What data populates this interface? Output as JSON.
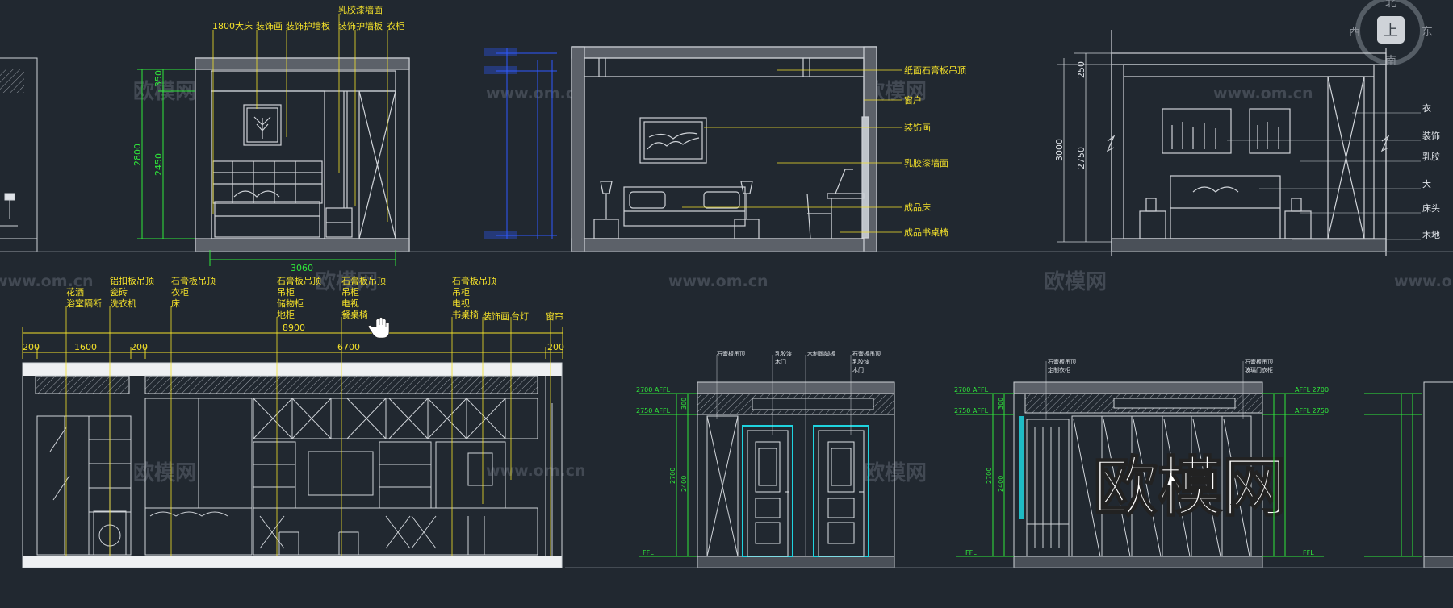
{
  "watermark": {
    "cn": "欧模网",
    "url": "www.om.cn",
    "big": "欧模网"
  },
  "compass": {
    "up": "上",
    "n": "北",
    "e": "东",
    "s": "南",
    "w": "西"
  },
  "top_left_elev": {
    "labels": [
      "1800大床",
      "装饰画",
      "装饰护墙板",
      "乳胶漆墙面",
      "装饰护墙板",
      "衣柜"
    ],
    "dims": [
      "350",
      "2450",
      "2800",
      "3060"
    ]
  },
  "top_mid_elev": {
    "callouts": [
      "纸面石膏板吊顶",
      "窗户",
      "装饰画",
      "乳胶漆墙面",
      "成品床",
      "成品书桌椅"
    ]
  },
  "top_right_elev": {
    "dims": [
      "250",
      "2750",
      "3000"
    ],
    "callouts": [
      "衣",
      "装饰",
      "乳胶",
      "大",
      "床头",
      "木地"
    ]
  },
  "long_elev": {
    "label_cols": [
      [
        "花洒",
        "浴室隔断"
      ],
      [
        "铝扣板吊顶",
        "瓷砖",
        "洗衣机"
      ],
      [
        "石膏板吊顶",
        "衣柜",
        "床"
      ],
      [
        "石膏板吊顶",
        "吊柜",
        "储物柜",
        "地柜"
      ],
      [
        "石膏板吊顶",
        "吊柜",
        "电视",
        "餐桌椅"
      ],
      [
        "石膏板吊顶",
        "吊柜",
        "电视",
        "书桌椅"
      ],
      [
        "装饰画"
      ],
      [
        "台灯"
      ],
      [
        "窗帘"
      ]
    ],
    "overall_dim": "8900",
    "segment_dims": [
      "200",
      "1600",
      "200",
      "6700",
      "200"
    ]
  },
  "door_elev": {
    "callouts": [
      "石膏板吊顶",
      "乳胶漆",
      "木门",
      "木制踢脚板",
      "石膏板吊顶",
      "乳胶漆",
      "木门"
    ],
    "levels": [
      "2700 AFFL",
      "2750 AFFL",
      "FFL"
    ],
    "dims": [
      "300",
      "2400",
      "2700"
    ]
  },
  "wardrobe_elev": {
    "callouts": [
      "石膏板吊顶",
      "定制衣柜",
      "石膏板吊顶",
      "玻璃门衣柜"
    ],
    "levels": [
      "2700 AFFL",
      "2750 AFFL",
      "FFL",
      "AFFL 2700",
      "AFFL 2750",
      "FFL"
    ],
    "dims": [
      "300",
      "2400",
      "2700"
    ]
  }
}
